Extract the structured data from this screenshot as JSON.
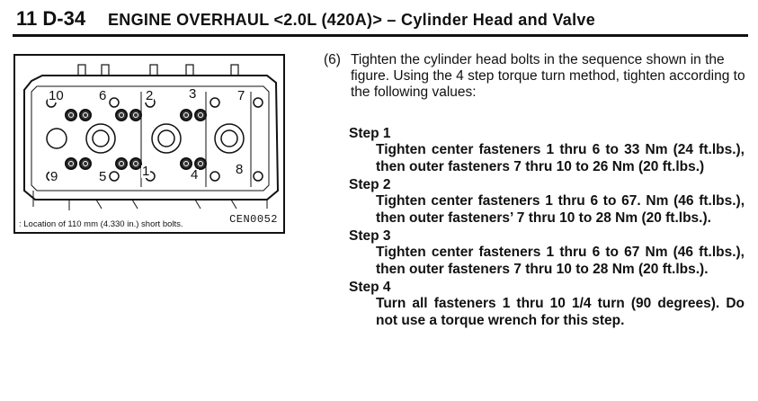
{
  "header": {
    "page_number": "11 D-34",
    "title": "ENGINE OVERHAUL <2.0L (420A)> – Cylinder Head and Valve"
  },
  "figure": {
    "bolt_numbers": [
      "10",
      "6",
      "2",
      "3",
      "7",
      "9",
      "5",
      "1",
      "4",
      "8"
    ],
    "caption": ": Location of 110 mm (4.330 in.) short bolts.",
    "code": "CEN0052"
  },
  "instruction": {
    "number": "(6)",
    "intro": "Tighten the cylinder head bolts in the sequence shown in the figure. Using the 4 step torque turn method, tighten according to the following values:",
    "steps": [
      {
        "label": "Step 1",
        "text": "Tighten center fasteners 1 thru 6 to 33 Nm (24 ft.lbs.), then outer fasteners 7 thru 10 to 26 Nm (20 ft.lbs.)"
      },
      {
        "label": "Step 2",
        "text": "Tighten center fasteners 1 thru 6 to 67. Nm (46 ft.lbs.), then outer fasteners’ 7 thru 10 to 28 Nm (20 ft.lbs.)."
      },
      {
        "label": "Step 3",
        "text": "Tighten center fasteners 1 thru 6 to 67 Nm (46 ft.lbs.), then outer fasteners 7 thru 10 to 28 Nm (20 ft.lbs.)."
      },
      {
        "label": "Step 4",
        "text": "Turn all fasteners 1 thru 10 1/4 turn (90 degrees). Do not use a torque wrench for this step."
      }
    ]
  }
}
